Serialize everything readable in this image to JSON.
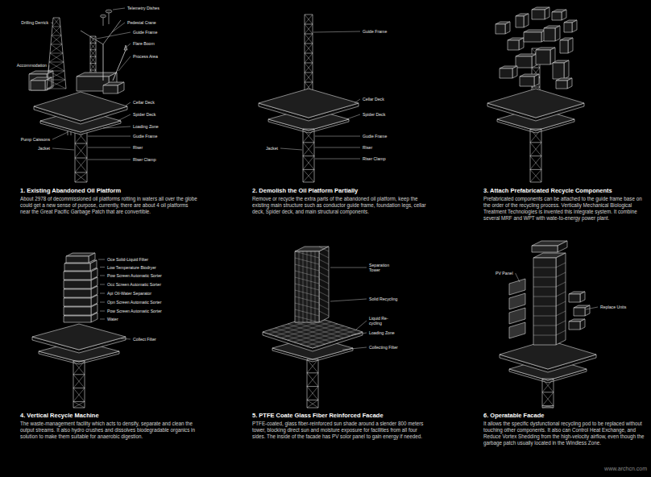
{
  "diagram": {
    "nodes": [
      {
        "text": [
          "1. Existing Abandoned Oil Platform",
          "About 2978 of decommissioned oil platforms rotting in waters all over the globe could get a new sense of purpose, currently, there are about 4 oil platforms near the Great Pacific Garbage Patch that are convertible."
        ]
      },
      {
        "text": [
          "2. Demolish the Oil Platform Partially",
          "Remove or recycle the extra parts of the abandoned oil platform, keep the existing main structure such as conductor guide frame, foundation legs, cellar deck, Spider deck, and main structural components."
        ]
      },
      {
        "text": [
          "3. Attach Prefabricated Recycle Components",
          "Prefabricated components can be attached to the guide frame base on the order of the recycling process. Vertically Mechanical Biological Treatment Technologies is invented this integrate system. It combine several MRF and WPT with wate-to-energy power plant."
        ]
      },
      {
        "text": [
          "4. Vertical Recycle Machine",
          "The waste-management facility which acts to densify, separate and clean the output streams. It also hydro crushes and dissolves biodegradable organics in solution to make them suitable for anaerobic digestion."
        ]
      },
      {
        "text": [
          "5. PTFE Coate Glass Fiber Reinforced Facade",
          "PTFE-coated, glass fiber-reinforced sun shade around a slender 800 meters tower, blocking direct sun and moisture exposure for facilities from all four sides. The inside of the facade has PV solor panel to gain energy if needed."
        ]
      },
      {
        "text": [
          "6. Operatable Facade",
          "It allows the specific dysfunctional recycling pod to be replaced without touching other components. It also can Control Heat Exchange, and Reduce Vortex Shedding from the high-velocity airflow, even though the garbage patch usually located in the Windless Zone."
        ]
      }
    ],
    "labels": [
      "Telemetry Dishes",
      "Drilling Derrick",
      "Pedestal Crane",
      "Guide Frame",
      "Flare Boom",
      "Accommodation",
      "Process Area",
      "Cellar Deck",
      "Spider Deck",
      "Loading Zone",
      "Pump Caissons",
      "Gudie Frame",
      "Riser",
      "Jacket",
      "Riser Clamp",
      "Guide Frame",
      "Cellar Deck",
      "Spider Deck",
      "Gudie Frame",
      "Riser",
      "Jacket",
      "Riser Clamp",
      "Oce Solid-Liquid Filter",
      "Low Temperature Biodryer",
      "Pow Screen Automatic Sorter",
      "Occ Screen Automatic Sorter",
      "Api Oil-Water Separator",
      "Opn Screen Automatic Sorter",
      "Pow Screen Automatic Sorter",
      "Water",
      "Collect Filter",
      "Separation Tower",
      "Solid Recycling",
      "Liquid Re- cycling",
      "Loading Zone",
      "Collecting Filter",
      "PV Panel",
      "Replace Units",
      "www.archcn.com"
    ]
  }
}
